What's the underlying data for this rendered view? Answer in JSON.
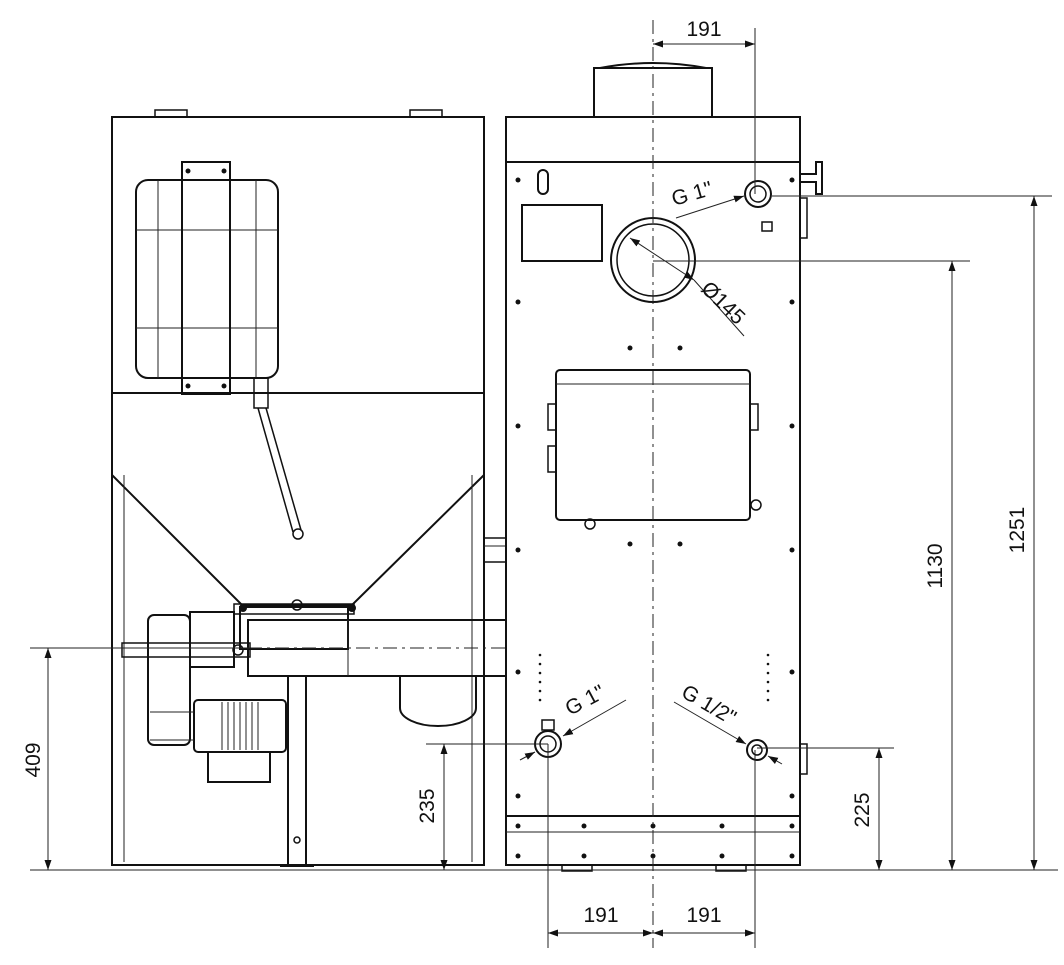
{
  "drawing": {
    "dimensions": {
      "top_spacing": "191",
      "bottom_spacing_left": "191",
      "bottom_spacing_right": "191",
      "height_pellet_feed": "409",
      "height_return_left": "235",
      "height_drain": "225",
      "height_flue": "1130",
      "height_flow": "1251"
    },
    "connections": {
      "flow_thread": "G 1\"",
      "flue_diameter": "Ø145",
      "return_thread": "G 1\"",
      "drain_thread": "G 1/2\""
    }
  },
  "colors": {
    "line": "#111111",
    "background": "#ffffff"
  }
}
